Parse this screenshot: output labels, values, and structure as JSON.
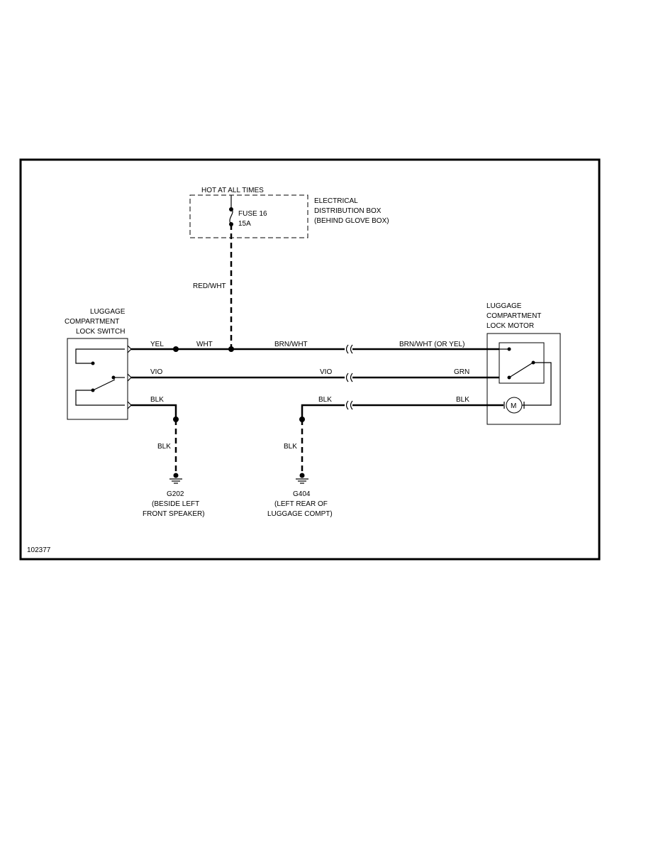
{
  "power": {
    "hot_label": "HOT AT ALL TIMES",
    "fuse_label": "FUSE 16",
    "fuse_rating": "15A",
    "box_line1": "ELECTRICAL",
    "box_line2": "DISTRIBUTION BOX",
    "box_line3": "(BEHIND GLOVE BOX)",
    "feed_wire": "RED/WHT"
  },
  "switch": {
    "line1": "LUGGAGE",
    "line2": "COMPARTMENT",
    "line3": "LOCK SWITCH"
  },
  "motor": {
    "line1": "LUGGAGE",
    "line2": "COMPARTMENT",
    "line3": "LOCK MOTOR",
    "symbol": "M"
  },
  "wires": {
    "top_yel": "YEL",
    "top_wht": "WHT",
    "top_brn_wht": "BRN/WHT",
    "top_brn_wht_or_yel": "BRN/WHT (OR YEL)",
    "mid_vio_left": "VIO",
    "mid_vio_right": "VIO",
    "mid_grn": "GRN",
    "bot_blk_left": "BLK",
    "bot_blk_mid": "BLK",
    "bot_blk_right": "BLK",
    "ground_left_wire": "BLK",
    "ground_right_wire": "BLK"
  },
  "grounds": {
    "g202_id": "G202",
    "g202_line1": "(BESIDE LEFT",
    "g202_line2": "FRONT SPEAKER)",
    "g404_id": "G404",
    "g404_line1": "(LEFT REAR OF",
    "g404_line2": "LUGGAGE COMPT)"
  },
  "figure_id": "102377"
}
